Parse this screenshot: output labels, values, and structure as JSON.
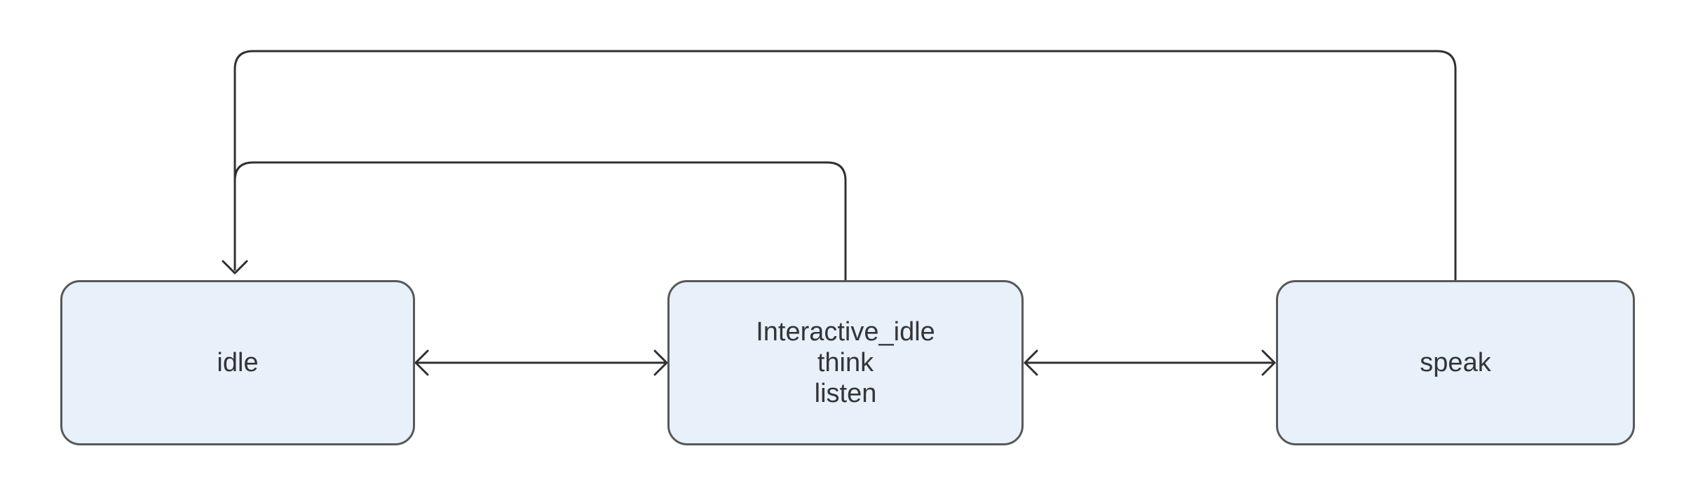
{
  "diagram": {
    "background": "#ffffff",
    "colors": {
      "node_fill": "#e8f1fa",
      "node_border": "#57585a",
      "edge": "#2f3032",
      "text": "#343537"
    },
    "nodes": {
      "idle": {
        "label": "idle"
      },
      "interactive": {
        "lines": [
          "Interactive_idle",
          "think",
          "listen"
        ]
      },
      "speak": {
        "label": "speak"
      }
    },
    "edges": [
      {
        "between": [
          "idle",
          "Interactive_idle"
        ],
        "style": "double-headed-horizontal"
      },
      {
        "between": [
          "Interactive_idle",
          "speak"
        ],
        "style": "double-headed-horizontal"
      },
      {
        "from": "Interactive_idle",
        "to": "idle",
        "style": "single-arrow",
        "route": "over-the-top-inner"
      },
      {
        "from": "speak",
        "to": "idle",
        "style": "single-arrow",
        "route": "over-the-top-outer"
      }
    ]
  }
}
